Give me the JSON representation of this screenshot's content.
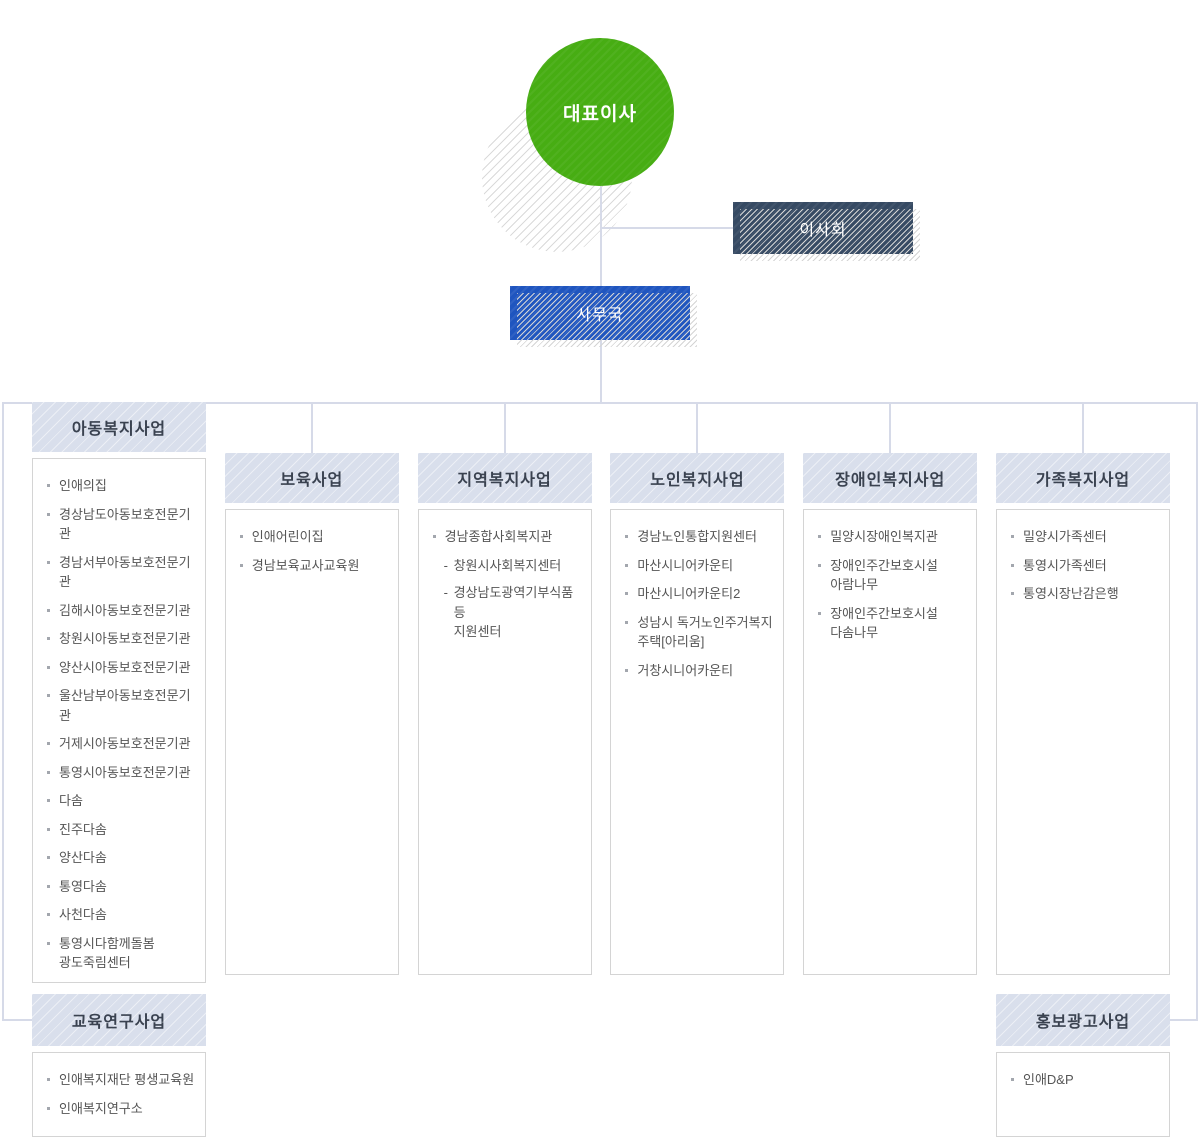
{
  "org": {
    "ceo": {
      "label": "대표이사"
    },
    "board": {
      "label": "이사회"
    },
    "office": {
      "label": "사무국"
    }
  },
  "departments": [
    {
      "title": "아동복지사업",
      "items": [
        {
          "text": "인애의집"
        },
        {
          "text": "경상남도아동보호전문기관"
        },
        {
          "text": "경남서부아동보호전문기관"
        },
        {
          "text": "김해시아동보호전문기관"
        },
        {
          "text": "창원시아동보호전문기관"
        },
        {
          "text": "양산시아동보호전문기관"
        },
        {
          "text": "울산남부아동보호전문기관"
        },
        {
          "text": "거제시아동보호전문기관"
        },
        {
          "text": "통영시아동보호전문기관"
        },
        {
          "text": "다솜"
        },
        {
          "text": "진주다솜"
        },
        {
          "text": "양산다솜"
        },
        {
          "text": "통영다솜"
        },
        {
          "text": "사천다솜"
        },
        {
          "text": "통영시다함께돌봄\n광도죽림센터"
        }
      ]
    },
    {
      "title": "보육사업",
      "items": [
        {
          "text": "인애어린이집"
        },
        {
          "text": "경남보육교사교육원"
        }
      ]
    },
    {
      "title": "지역복지사업",
      "items": [
        {
          "text": "경남종합사회복지관"
        },
        {
          "text": "창원시사회복지센터",
          "type": "sub"
        },
        {
          "text": "경상남도광역기부식품 등\n지원센터",
          "type": "sub"
        }
      ]
    },
    {
      "title": "노인복지사업",
      "items": [
        {
          "text": "경남노인통합지원센터"
        },
        {
          "text": "마산시니어카운티"
        },
        {
          "text": "마산시니어카운티2"
        },
        {
          "text": "성남시 독거노인주거복지\n주택[아리움]"
        },
        {
          "text": "거창시니어카운티"
        }
      ]
    },
    {
      "title": "장애인복지사업",
      "items": [
        {
          "text": "밀양시장애인복지관"
        },
        {
          "text": "장애인주간보호시설\n아람나무"
        },
        {
          "text": "장애인주간보호시설\n다솜나무"
        }
      ]
    },
    {
      "title": "가족복지사업",
      "items": [
        {
          "text": "밀양시가족센터"
        },
        {
          "text": "통영시가족센터"
        },
        {
          "text": "통영시장난감은행"
        }
      ]
    }
  ],
  "bottom_departments": [
    {
      "title": "교육연구사업",
      "items": [
        {
          "text": "인애복지재단 평생교육원"
        },
        {
          "text": "인애복지연구소"
        }
      ]
    },
    {
      "title": "홍보광고사업",
      "items": [
        {
          "text": "인애D&P"
        }
      ]
    }
  ],
  "colors": {
    "ceo_green": "#47ad13",
    "board_navy": "#364a63",
    "office_blue": "#1f55bf",
    "header_bg": "#d9dfec",
    "connector": "#d6dae8",
    "item_text": "#555555"
  }
}
